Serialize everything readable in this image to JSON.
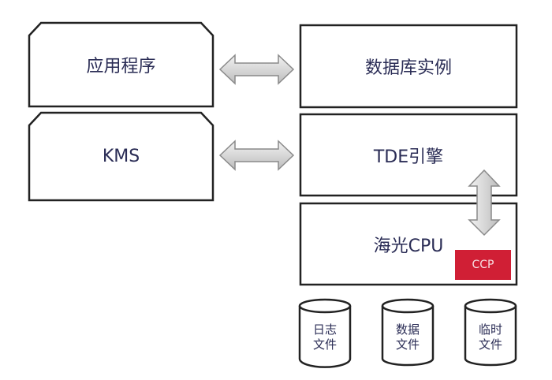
{
  "diagram": {
    "left_blocks": [
      {
        "label": "应用程序"
      },
      {
        "label": "KMS"
      }
    ],
    "right_stack": [
      {
        "label": "数据库实例"
      },
      {
        "label": "TDE引擎"
      },
      {
        "label": "海光CPU"
      }
    ],
    "cpu_component": {
      "label": "CCP"
    },
    "storage": [
      {
        "line1": "日志",
        "line2": "文件"
      },
      {
        "line1": "数据",
        "line2": "文件"
      },
      {
        "line1": "临时",
        "line2": "文件"
      }
    ],
    "connections": [
      {
        "from": "应用程序",
        "to": "数据库实例",
        "type": "bidirectional"
      },
      {
        "from": "KMS",
        "to": "TDE引擎",
        "type": "bidirectional"
      },
      {
        "from": "TDE引擎",
        "to": "海光CPU",
        "type": "bidirectional"
      }
    ],
    "colors": {
      "text": "#2a2c55",
      "ccp_fill": "#d01f35",
      "arrow_fill": "#d4d4d4"
    }
  }
}
